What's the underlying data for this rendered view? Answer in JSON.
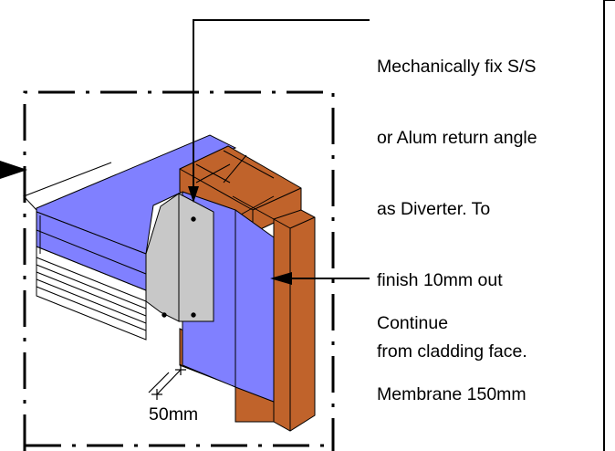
{
  "annotations": {
    "diverter_note": [
      "Mechanically fix S/S",
      "or Alum return angle",
      "as Diverter. To",
      "finish 10mm out",
      "from cladding face."
    ],
    "membrane_note": [
      "Continue",
      "Membrane 150mm"
    ],
    "dimension": "50mm"
  },
  "colors": {
    "membrane": "#8080ff",
    "timber": "#c0632b",
    "angle": "#c8c8c8",
    "line": "#000000"
  }
}
